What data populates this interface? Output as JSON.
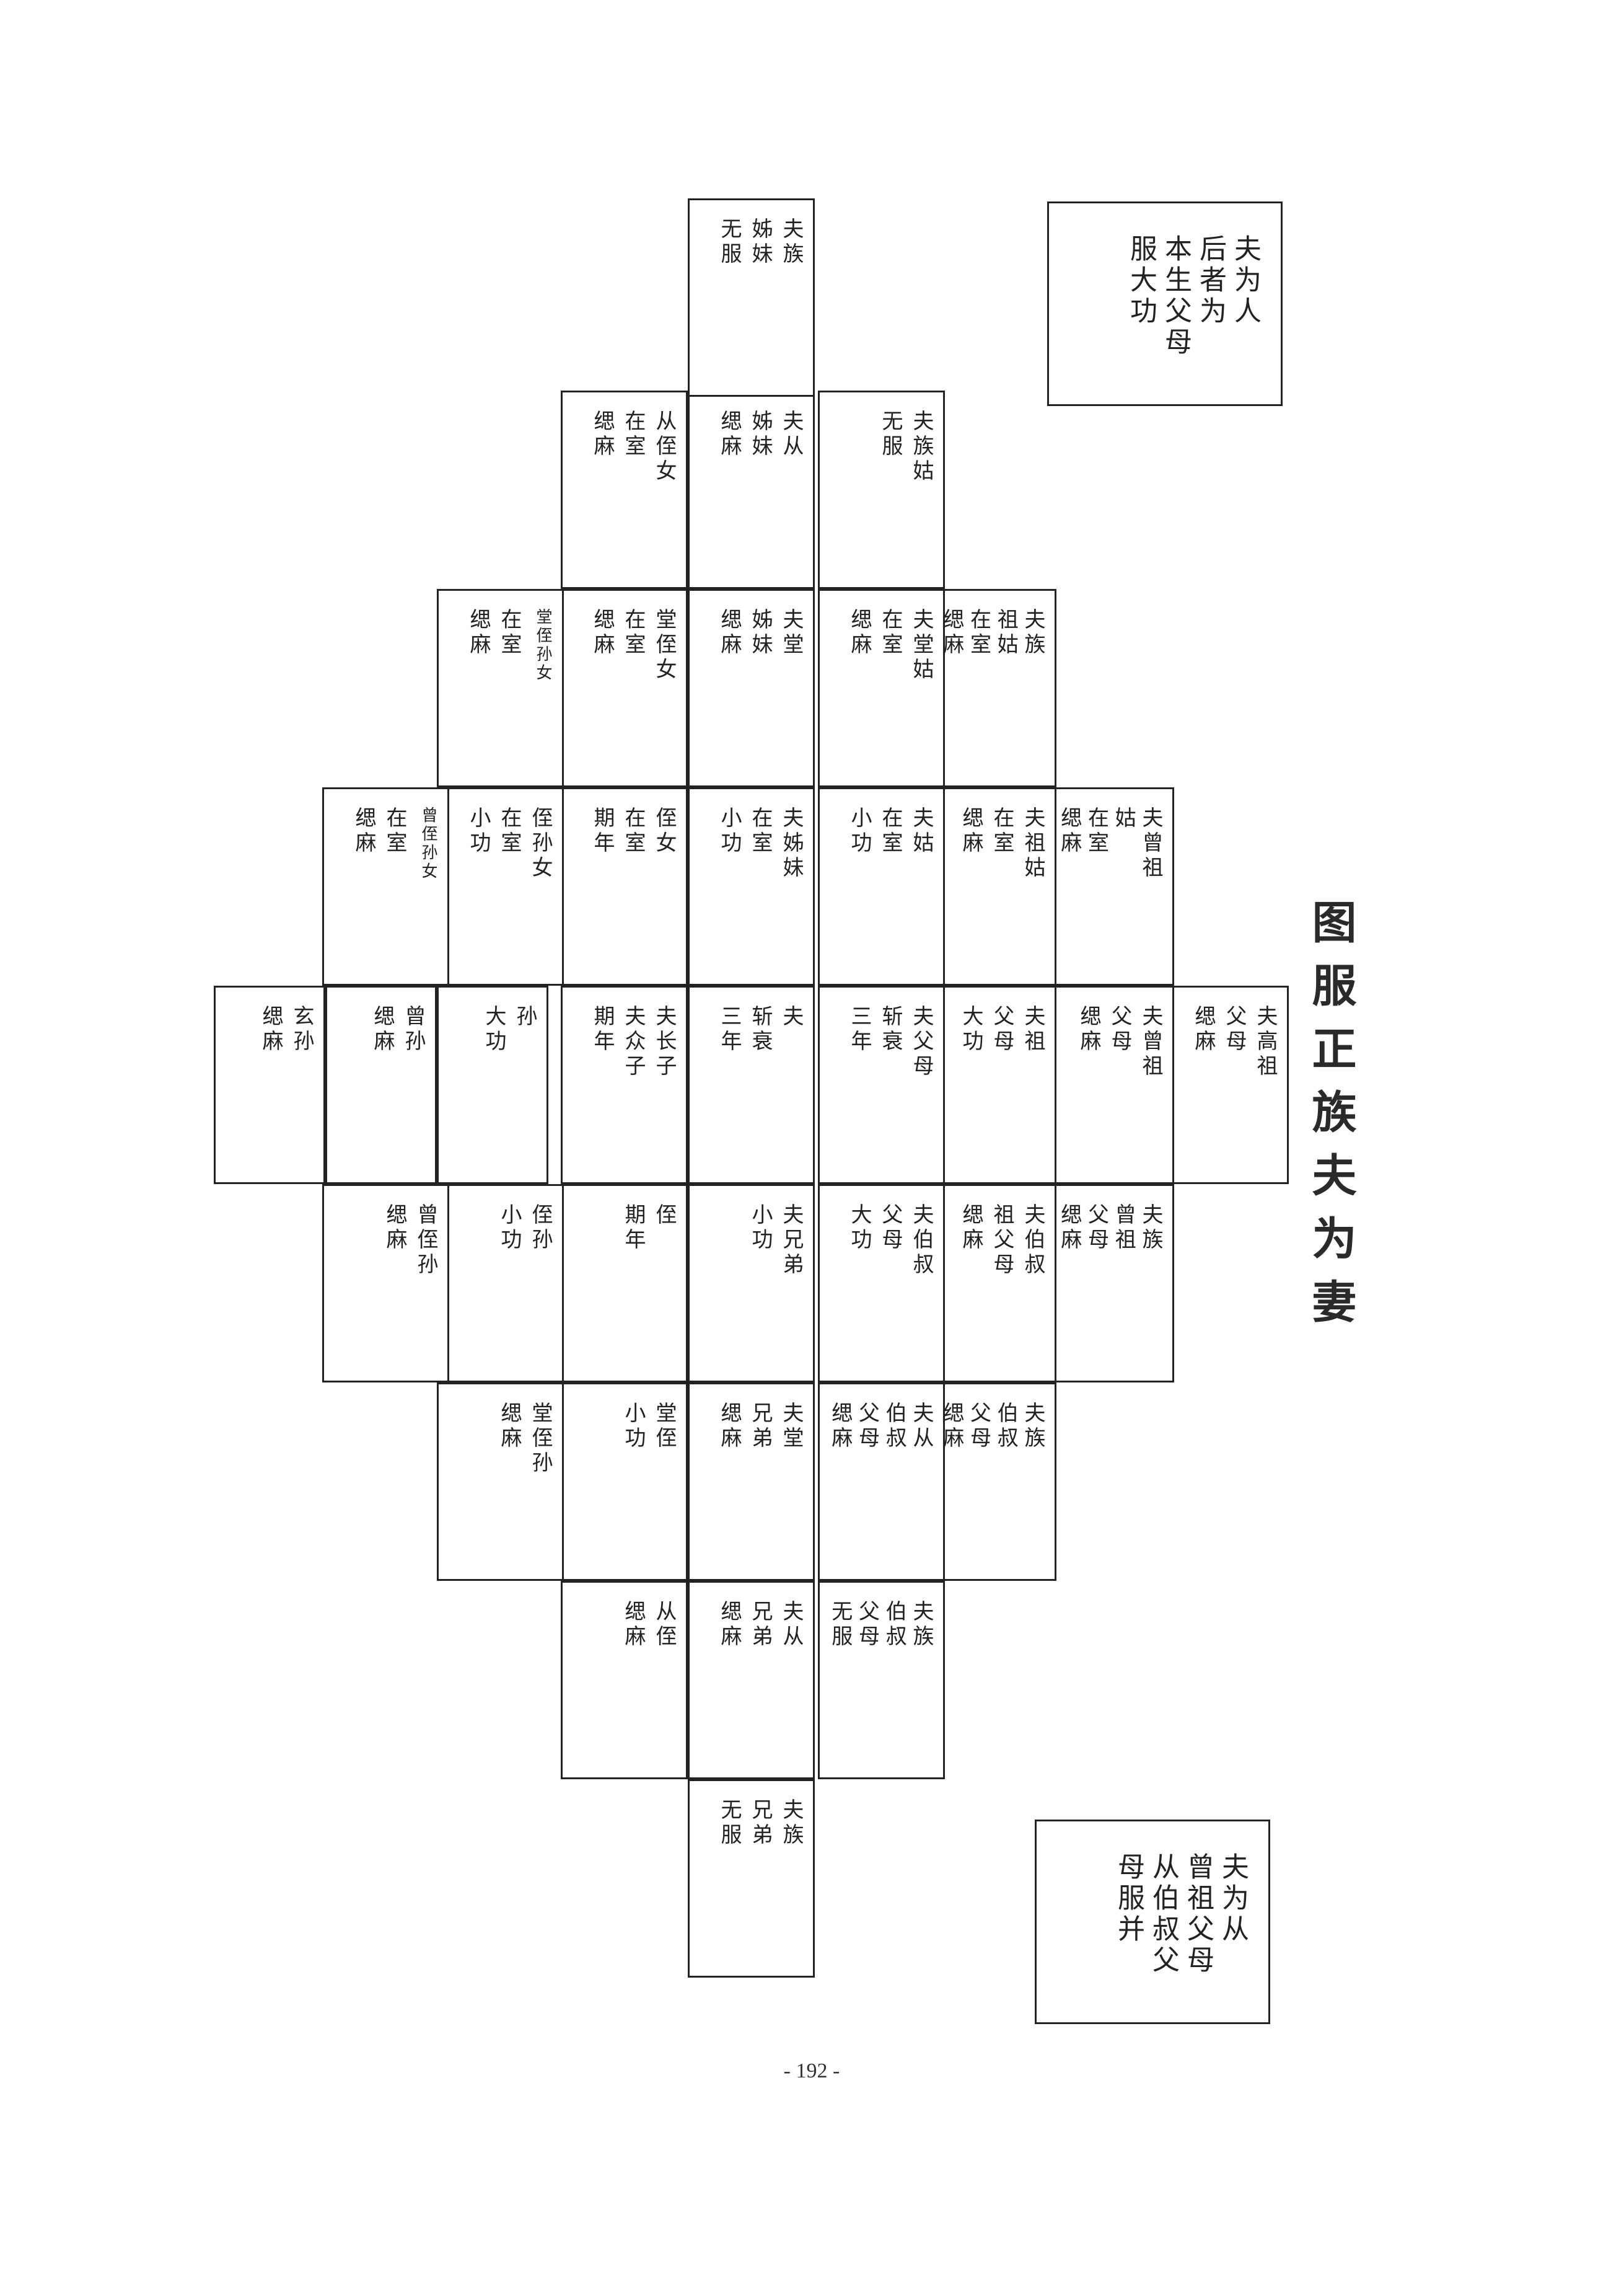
{
  "page": {
    "title": "图服正族夫为妻",
    "page_number": "- 192 -"
  },
  "notes": {
    "top_right": {
      "lines": [
        "夫为人",
        "后者为",
        "本生父母",
        "服大功"
      ]
    },
    "bottom_right": {
      "lines": [
        "夫为从",
        "曾祖父母",
        "从伯叔父",
        "母服并"
      ]
    }
  },
  "cells": [
    {
      "id": "r0c0",
      "cols": [
        "夫高祖",
        "父母",
        "缌麻"
      ]
    },
    {
      "id": "r0c1",
      "cols": [
        "夫曾祖",
        "父母",
        "缌麻"
      ]
    },
    {
      "id": "r0c2",
      "cols": [
        "夫祖",
        "父母",
        "大功"
      ]
    },
    {
      "id": "r0c3",
      "cols": [
        "夫父母",
        "斩衰",
        "三年"
      ]
    },
    {
      "id": "r0c4",
      "cols": [
        "夫",
        "斩衰",
        "三年"
      ]
    },
    {
      "id": "r0c5",
      "cols": [
        "夫长子",
        "夫众子",
        "期年"
      ]
    },
    {
      "id": "r0c6",
      "cols": [
        "孙",
        "大功"
      ]
    },
    {
      "id": "r0c7",
      "cols": [
        "曾孙",
        "缌麻"
      ]
    },
    {
      "id": "r0c8",
      "cols": [
        "玄孙",
        "缌麻"
      ]
    },
    {
      "id": "rN1c0",
      "cols": [
        "夫族",
        "曾祖",
        "父母",
        "缌麻"
      ]
    },
    {
      "id": "rN1c1",
      "cols": [
        "夫伯叔",
        "祖父母",
        "缌麻"
      ]
    },
    {
      "id": "rN1c2",
      "cols": [
        "夫伯叔",
        "父母",
        "大功"
      ]
    },
    {
      "id": "rN1c3",
      "cols": [
        "夫兄弟",
        "小功"
      ]
    },
    {
      "id": "rN1c4",
      "cols": [
        "侄",
        "期年"
      ]
    },
    {
      "id": "rN1c5",
      "cols": [
        "侄孙",
        "小功"
      ]
    },
    {
      "id": "rN1c6",
      "cols": [
        "曾侄孙",
        "缌麻"
      ]
    },
    {
      "id": "rN2c0",
      "cols": [
        "夫族",
        "伯叔",
        "父母",
        "缌麻"
      ]
    },
    {
      "id": "rN2c1",
      "cols": [
        "夫从",
        "伯叔",
        "父母",
        "缌麻"
      ]
    },
    {
      "id": "rN2c2",
      "cols": [
        "夫堂",
        "兄弟",
        "缌麻"
      ]
    },
    {
      "id": "rN2c3",
      "cols": [
        "堂侄",
        "小功"
      ]
    },
    {
      "id": "rN2c4",
      "cols": [
        "堂侄孙",
        "缌麻"
      ]
    },
    {
      "id": "rN3c0",
      "cols": [
        "夫族",
        "伯叔",
        "父母",
        "无服"
      ]
    },
    {
      "id": "rN3c1",
      "cols": [
        "夫从",
        "兄弟",
        "缌麻"
      ]
    },
    {
      "id": "rN3c2",
      "cols": [
        "从侄",
        "缌麻"
      ]
    },
    {
      "id": "rN4c0",
      "cols": [
        "夫族",
        "兄弟",
        "无服"
      ]
    },
    {
      "id": "rP1c0",
      "cols": [
        "夫曾祖",
        "姑",
        "在室",
        "缌麻"
      ]
    },
    {
      "id": "rP1c1",
      "cols": [
        "夫祖姑",
        "在室",
        "缌麻"
      ]
    },
    {
      "id": "rP1c2",
      "cols": [
        "夫姑",
        "在室",
        "小功"
      ]
    },
    {
      "id": "rP1c3",
      "cols": [
        "夫姊妹",
        "在室",
        "小功"
      ]
    },
    {
      "id": "rP1c4",
      "cols": [
        "侄女",
        "在室",
        "期年"
      ]
    },
    {
      "id": "rP1c5",
      "cols": [
        "侄孙女",
        "在室",
        "小功"
      ]
    },
    {
      "id": "rP1c6",
      "cols": [
        "曾侄孙女",
        "在室",
        "缌麻"
      ]
    },
    {
      "id": "rP2c0",
      "cols": [
        "夫族",
        "祖姑",
        "在室",
        "缌麻"
      ]
    },
    {
      "id": "rP2c1",
      "cols": [
        "夫堂姑",
        "在室",
        "缌麻"
      ]
    },
    {
      "id": "rP2c2",
      "cols": [
        "夫堂",
        "姊妹",
        "缌麻"
      ]
    },
    {
      "id": "rP2c3",
      "cols": [
        "堂侄女",
        "在室",
        "缌麻"
      ]
    },
    {
      "id": "rP2c4",
      "cols": [
        "堂侄孙女",
        "在室",
        "缌麻"
      ]
    },
    {
      "id": "rP3c0",
      "cols": [
        "夫族姑",
        "无服"
      ]
    },
    {
      "id": "rP3c1",
      "cols": [
        "夫从",
        "姊妹",
        "缌麻"
      ]
    },
    {
      "id": "rP3c2",
      "cols": [
        "从侄女",
        "在室",
        "缌麻"
      ]
    },
    {
      "id": "rP4c0",
      "cols": [
        "夫族",
        "姊妹",
        "无服"
      ]
    }
  ]
}
